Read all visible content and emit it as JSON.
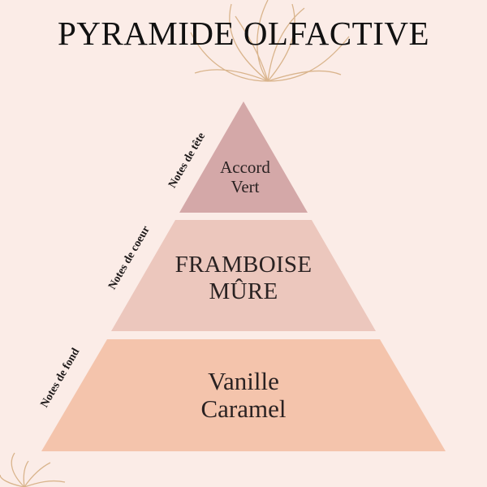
{
  "title": "PYRAMIDE OLFACTIVE",
  "tiers": [
    {
      "side_label": "Notes de tête",
      "lines": [
        "Accord",
        "Vert"
      ]
    },
    {
      "side_label": "Notes de coeur",
      "lines": [
        "FRAMBOISE",
        "MÛRE"
      ]
    },
    {
      "side_label": "Notes de fond",
      "lines": [
        "Vanille",
        "Caramel"
      ]
    }
  ],
  "colors": {
    "background": "#fbece7",
    "tier_top": "#d4a8a8",
    "tier_middle": "#ecc7bd",
    "tier_bottom": "#f4c4ac",
    "flower_outline": "#d9b48c"
  },
  "decorations": [
    "lotus-flower-icon",
    "lotus-flower-icon"
  ]
}
